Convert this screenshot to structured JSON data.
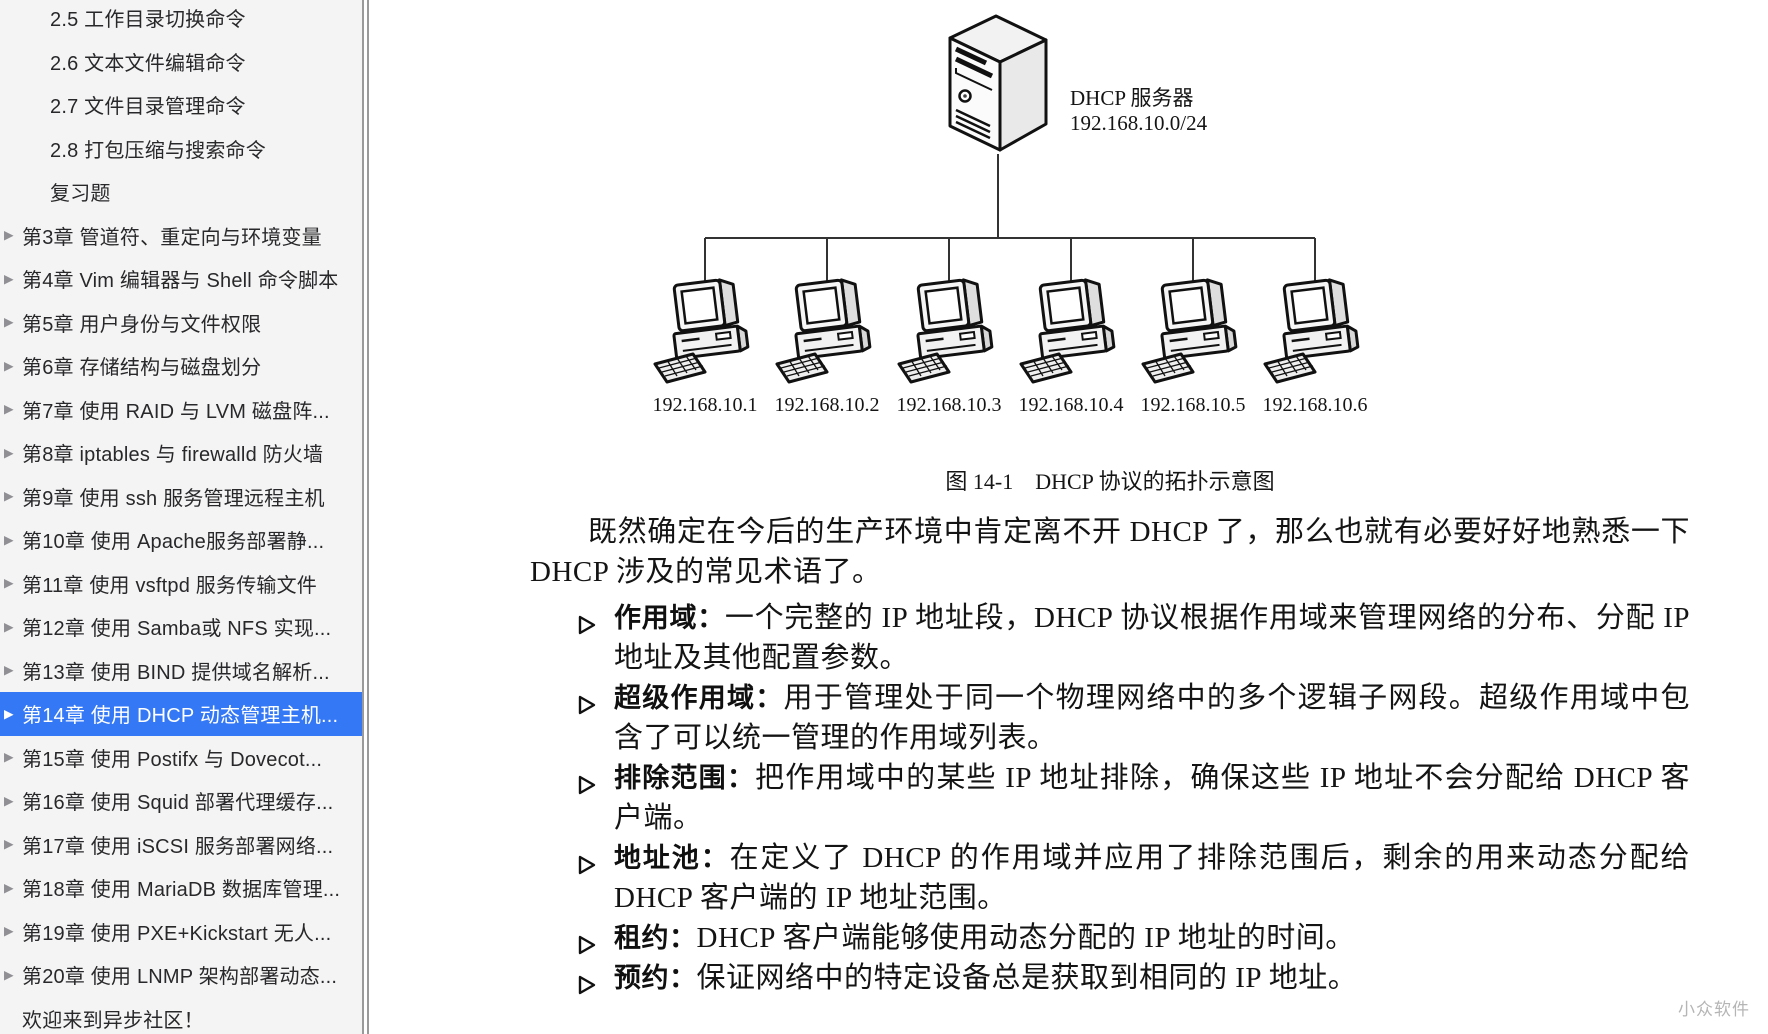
{
  "colors": {
    "accent": "#3478f6",
    "sidebar_bg": "#f4f4f5",
    "watermark_text": "#b5b5b5"
  },
  "sidebar": {
    "items": [
      {
        "label": "2.5  工作目录切换命令",
        "type": "section",
        "selected": false
      },
      {
        "label": "2.6  文本文件编辑命令",
        "type": "section",
        "selected": false
      },
      {
        "label": "2.7  文件目录管理命令",
        "type": "section",
        "selected": false
      },
      {
        "label": "2.8  打包压缩与搜索命令",
        "type": "section",
        "selected": false
      },
      {
        "label": "复习题",
        "type": "section",
        "selected": false
      },
      {
        "label": "第3章 管道符、重定向与环境变量",
        "type": "chapter",
        "selected": false
      },
      {
        "label": "第4章 Vim 编辑器与 Shell 命令脚本",
        "type": "chapter",
        "selected": false
      },
      {
        "label": "第5章 用户身份与文件权限",
        "type": "chapter",
        "selected": false
      },
      {
        "label": "第6章 存储结构与磁盘划分",
        "type": "chapter",
        "selected": false
      },
      {
        "label": "第7章 使用 RAID 与 LVM 磁盘阵...",
        "type": "chapter",
        "selected": false
      },
      {
        "label": "第8章 iptables 与 firewalld 防火墙",
        "type": "chapter",
        "selected": false
      },
      {
        "label": "第9章 使用 ssh 服务管理远程主机",
        "type": "chapter",
        "selected": false
      },
      {
        "label": "第10章 使用 Apache服务部署静...",
        "type": "chapter",
        "selected": false
      },
      {
        "label": "第11章 使用 vsftpd 服务传输文件",
        "type": "chapter",
        "selected": false
      },
      {
        "label": "第12章 使用 Samba或 NFS 实现...",
        "type": "chapter",
        "selected": false
      },
      {
        "label": "第13章 使用 BIND 提供域名解析...",
        "type": "chapter",
        "selected": false
      },
      {
        "label": "第14章 使用 DHCP 动态管理主机...",
        "type": "chapter",
        "selected": true
      },
      {
        "label": "第15章 使用 Postifx 与 Dovecot...",
        "type": "chapter",
        "selected": false
      },
      {
        "label": "第16章 使用 Squid 部署代理缓存...",
        "type": "chapter",
        "selected": false
      },
      {
        "label": "第17章 使用 iSCSI 服务部署网络...",
        "type": "chapter",
        "selected": false
      },
      {
        "label": "第18章 使用 MariaDB 数据库管理...",
        "type": "chapter",
        "selected": false
      },
      {
        "label": "第19章 使用 PXE+Kickstart 无人...",
        "type": "chapter",
        "selected": false
      },
      {
        "label": "第20章 使用 LNMP 架构部署动态...",
        "type": "chapter",
        "selected": false
      },
      {
        "label": "欢迎来到异步社区！",
        "type": "plain",
        "selected": false
      }
    ]
  },
  "diagram": {
    "server_label_line1": "DHCP 服务器",
    "server_label_line2": "192.168.10.0/24",
    "clients": [
      "192.168.10.1",
      "192.168.10.2",
      "192.168.10.3",
      "192.168.10.4",
      "192.168.10.5",
      "192.168.10.6"
    ],
    "caption": "图 14-1　DHCP 协议的拓扑示意图"
  },
  "content": {
    "paragraph": "既然确定在今后的生产环境中肯定离不开 DHCP 了，那么也就有必要好好地熟悉一下 DHCP 涉及的常见术语了。",
    "bullet_glyph": "➢",
    "bullets": [
      {
        "term": "作用域",
        "colon": "：",
        "text": "一个完整的 IP 地址段，DHCP 协议根据作用域来管理网络的分布、分配 IP 地址及其他配置参数。"
      },
      {
        "term": "超级作用域",
        "colon": "：",
        "text": "用于管理处于同一个物理网络中的多个逻辑子网段。超级作用域中包含了可以统一管理的作用域列表。"
      },
      {
        "term": "排除范围",
        "colon": "：",
        "text": "把作用域中的某些 IP 地址排除，确保这些 IP 地址不会分配给 DHCP 客户端。"
      },
      {
        "term": "地址池",
        "colon": "：",
        "text": "在定义了 DHCP 的作用域并应用了排除范围后，剩余的用来动态分配给 DHCP 客户端的 IP 地址范围。"
      },
      {
        "term": "租约",
        "colon": "：",
        "text": "DHCP 客户端能够使用动态分配的 IP 地址的时间。"
      },
      {
        "term": "预约",
        "colon": "：",
        "text": "保证网络中的特定设备总是获取到相同的 IP 地址。"
      }
    ]
  },
  "watermark": "小众软件"
}
